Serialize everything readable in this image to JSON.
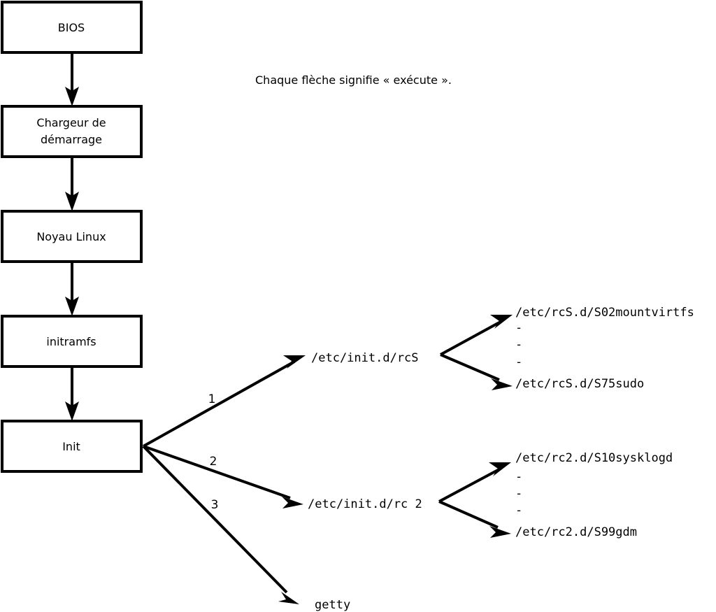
{
  "diagram": {
    "title_caption": "Chaque flèche signifie « exécute ».",
    "boot_chain": [
      {
        "id": "bios",
        "label": "BIOS",
        "lines": [
          "BIOS"
        ]
      },
      {
        "id": "bootloader",
        "label": "Chargeur de démarrage",
        "lines": [
          "Chargeur de",
          "démarrage"
        ]
      },
      {
        "id": "kernel",
        "label": "Noyau Linux",
        "lines": [
          "Noyau Linux"
        ]
      },
      {
        "id": "initramfs",
        "label": "initramfs",
        "lines": [
          "initramfs"
        ]
      },
      {
        "id": "init",
        "label": "Init",
        "lines": [
          "Init"
        ]
      }
    ],
    "init_branches": [
      {
        "number": "1",
        "target": "/etc/init.d/rcS"
      },
      {
        "number": "2",
        "target": "/etc/init.d/rc 2"
      },
      {
        "number": "3",
        "target": "getty"
      }
    ],
    "rcs_scripts": {
      "first": "/etc/rcS.d/S02mountvirtfs",
      "ellipsis": [
        "-",
        "-",
        "-"
      ],
      "last": "/etc/rcS.d/S75sudo"
    },
    "rc2_scripts": {
      "first": "/etc/rc2.d/S10sysklogd",
      "ellipsis": [
        "-",
        "-",
        "-"
      ],
      "last": "/etc/rc2.d/S99gdm"
    },
    "getty_label": "getty",
    "colors": {
      "background": "#ffffff",
      "stroke": "#000000",
      "text": "#000000",
      "box_fill": "#ffffff"
    }
  }
}
